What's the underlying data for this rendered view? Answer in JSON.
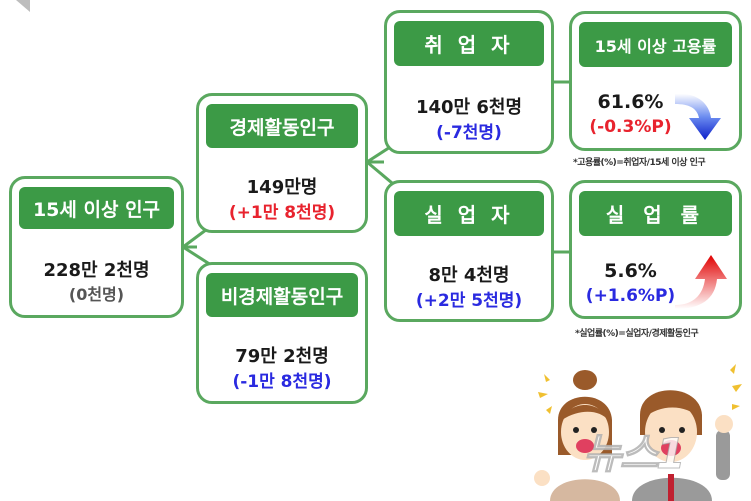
{
  "colors": {
    "border_green": "#5aa85f",
    "header_green": "#3c9a46",
    "increase_red": "#e8232e",
    "decrease_blue": "#2a2ae0",
    "neutral_grey": "#555555"
  },
  "nodes": {
    "population_15plus": {
      "title": "15세 이상 인구",
      "value": "228만 2천명",
      "change": "(0천명)"
    },
    "economically_active": {
      "title": "경제활동인구",
      "value": "149만명",
      "change": "(+1만 8천명)"
    },
    "economically_inactive": {
      "title": "비경제활동인구",
      "value": "79만 2천명",
      "change": "(-1만 8천명)"
    },
    "employed": {
      "title": "취 업 자",
      "value": "140만 6천명",
      "change": "(-7천명)"
    },
    "unemployed": {
      "title": "실 업 자",
      "value": "8만 4천명",
      "change": "(+2만 5천명)"
    },
    "employment_rate": {
      "title": "15세 이상 고용률",
      "value": "61.6%",
      "change": "(-0.3%P)",
      "trend_icon": "arrow-down-icon",
      "footnote": "*고용률(%)=취업자/15세 이상 인구"
    },
    "unemployment_rate": {
      "title": "실 업 률",
      "value": "5.6%",
      "change": "(+1.6%P)",
      "trend_icon": "arrow-up-icon",
      "footnote": "*실업률(%)=실업자/경제활동인구"
    }
  },
  "decoration": {
    "illustration": "two-cheering-workers",
    "watermark": "뉴스1"
  }
}
